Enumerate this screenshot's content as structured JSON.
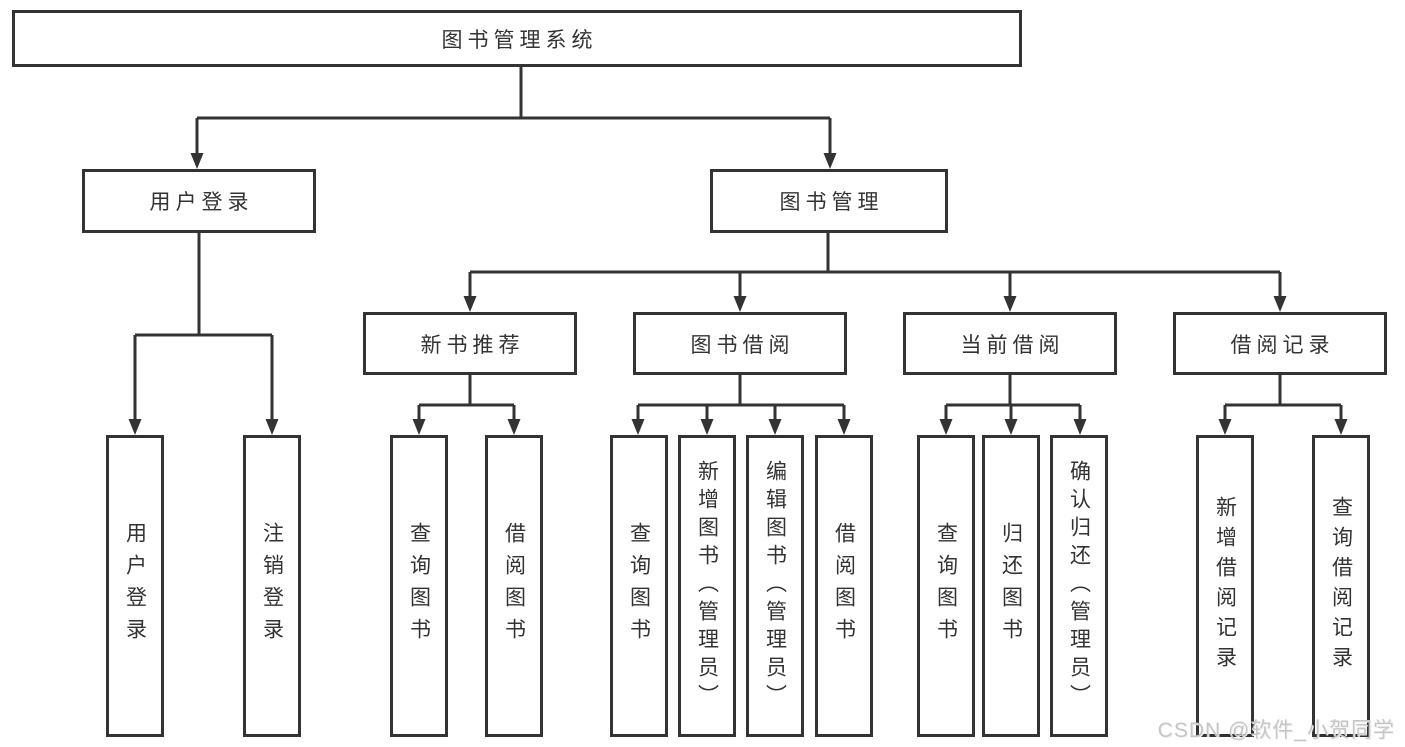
{
  "title": {
    "label": "图书管理系统"
  },
  "branches": {
    "user_login": {
      "label": "用户登录",
      "children": [
        {
          "label": "用户登录"
        },
        {
          "label": "注销登录"
        }
      ]
    },
    "book_management": {
      "label": "图书管理",
      "sections": [
        {
          "label": "新书推荐",
          "children": [
            {
              "label": "查询图书"
            },
            {
              "label": "借阅图书"
            }
          ]
        },
        {
          "label": "图书借阅",
          "children": [
            {
              "label": "查询图书"
            },
            {
              "label": "新增图书（管理员）"
            },
            {
              "label": "编辑图书（管理员）"
            },
            {
              "label": "借阅图书"
            }
          ]
        },
        {
          "label": "当前借阅",
          "children": [
            {
              "label": "查询图书"
            },
            {
              "label": "归还图书"
            },
            {
              "label": "确认归还（管理员）"
            }
          ]
        },
        {
          "label": "借阅记录",
          "children": [
            {
              "label": "新增借阅记录"
            },
            {
              "label": "查询借阅记录"
            }
          ]
        }
      ]
    }
  },
  "watermark": {
    "text": "CSDN @软件_小贺同学"
  },
  "colors": {
    "line": "#333333",
    "text": "#333333",
    "background": "#ffffff",
    "watermark": "#c6c6c6"
  }
}
